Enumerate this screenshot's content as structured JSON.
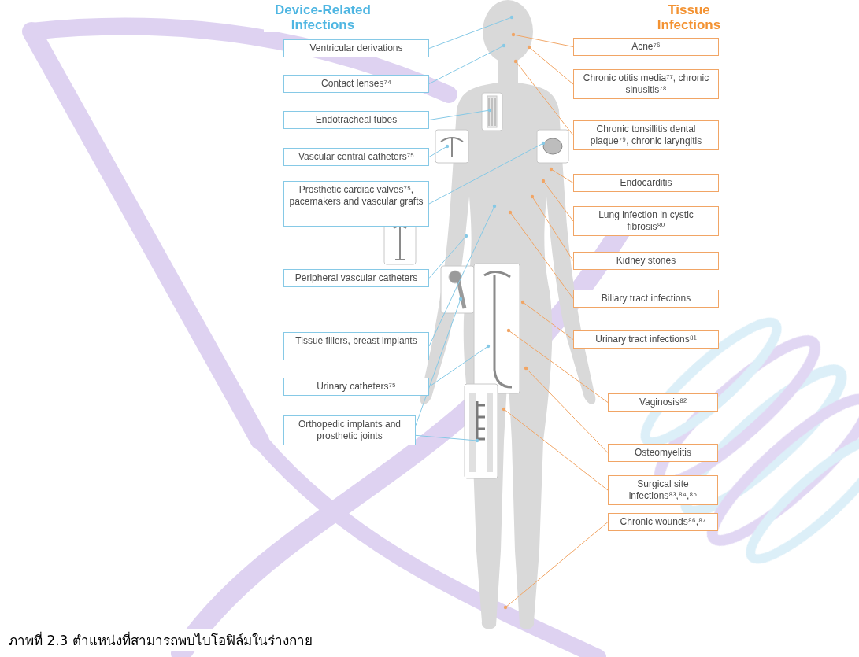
{
  "diagram": {
    "caption": "ภาพที่ 2.3 ตำแหน่งที่สามารถพบไบโอฟิล์มในร่างกาย",
    "nodes": [
      {
        "text": [
          "Ventricular derivations"
        ]
      },
      {
        "text": [
          "Contact lenses⁷⁴"
        ]
      },
      {
        "text": [
          "Endotracheal tubes"
        ]
      },
      {
        "text": [
          "Vascular central catheters⁷⁵"
        ]
      },
      {
        "text": [
          "Prosthetic cardiac valves⁷⁵, pacemakers and vascular grafts"
        ]
      },
      {
        "text": [
          "Peripheral vascular catheters"
        ]
      },
      {
        "text": [
          "Tissue fillers, breast implants"
        ]
      },
      {
        "text": [
          "Urinary catheters⁷⁵"
        ]
      },
      {
        "text": [
          "Orthopedic implants and prosthetic joints"
        ]
      },
      {
        "text": [
          "Acne⁷⁶"
        ]
      },
      {
        "text": [
          "Chronic otitis media⁷⁷, chronic sinusitis⁷⁸"
        ]
      },
      {
        "text": [
          "Chronic tonsillitis dental plaque⁷⁹, chronic laryngitis"
        ]
      },
      {
        "text": [
          "Endocarditis"
        ]
      },
      {
        "text": [
          "Lung infection in cystic fibrosis⁸⁰"
        ]
      },
      {
        "text": [
          "Kidney stones"
        ]
      },
      {
        "text": [
          "Biliary tract infections"
        ]
      },
      {
        "text": [
          "Urinary tract infections⁸¹"
        ]
      },
      {
        "text": [
          "Vaginosis⁸²"
        ]
      },
      {
        "text": [
          "Osteomyelitis"
        ]
      },
      {
        "text": [
          "Surgical site infections⁸³,⁸⁴,⁸⁵"
        ]
      },
      {
        "text": [
          "Chronic wounds⁸⁶,⁸⁷"
        ]
      }
    ],
    "labels": [
      "Device-Related Infections",
      "Tissue Infections"
    ]
  }
}
